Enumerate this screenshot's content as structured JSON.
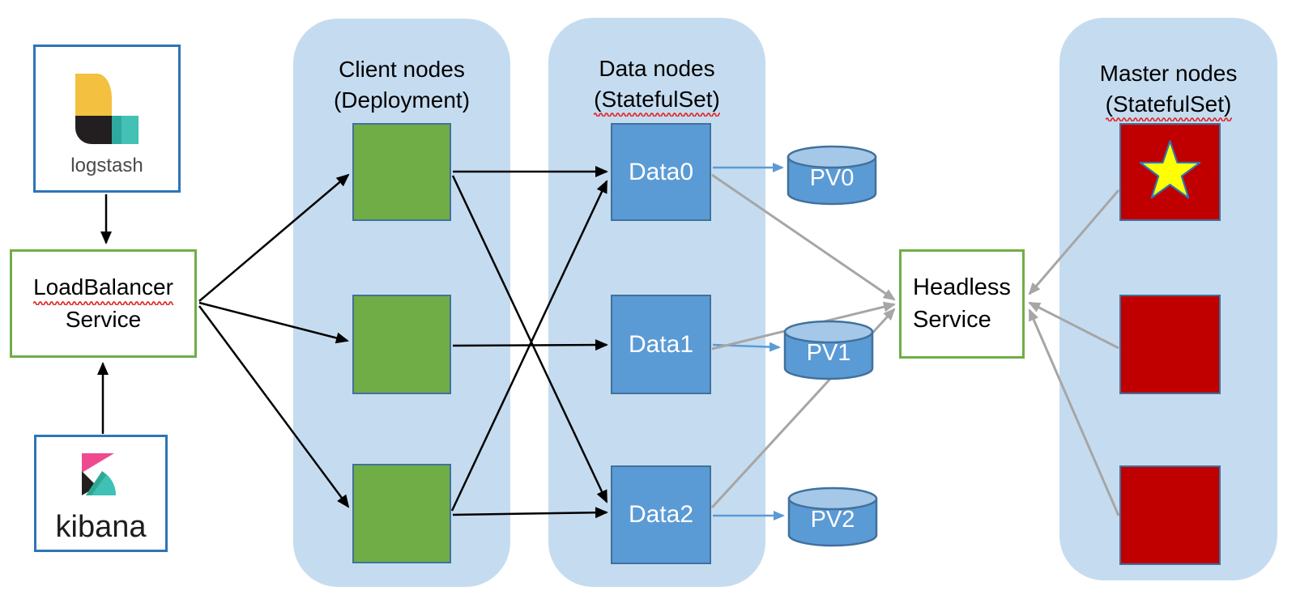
{
  "logstash": {
    "label": "logstash"
  },
  "kibana": {
    "label": "kibana"
  },
  "load_balancer": {
    "line1": "LoadBalancer",
    "line2": "Service"
  },
  "headless_service": {
    "line1": "Headless",
    "line2": "Service"
  },
  "columns": {
    "client": {
      "title_line1": "Client nodes",
      "title_line2": "(Deployment)"
    },
    "data": {
      "title_line1": "Data nodes",
      "title_line2": "(StatefulSet)"
    },
    "master": {
      "title_line1": "Master nodes",
      "title_line2": "(StatefulSet)"
    }
  },
  "data_nodes": [
    "Data0",
    "Data1",
    "Data2"
  ],
  "pvs": [
    "PV0",
    "PV1",
    "PV2"
  ],
  "icons": {
    "master_leader": "star-icon"
  },
  "colors": {
    "column_fill": "#C5DCF0",
    "client_node_fill": "#70AD47",
    "data_node_fill": "#5B9BD5",
    "master_node_fill": "#C00000",
    "node_border": "#41719C",
    "service_box_border": "#70AD47",
    "logo_box_border": "#2E75B6",
    "black_arrow": "#000000",
    "gray_arrow": "#A6A6A6",
    "blue_arrow": "#5B9BD5",
    "pv_top_fill": "#A5C8E8",
    "star_fill": "#FFFF00",
    "squiggle": "#E02B2B"
  }
}
